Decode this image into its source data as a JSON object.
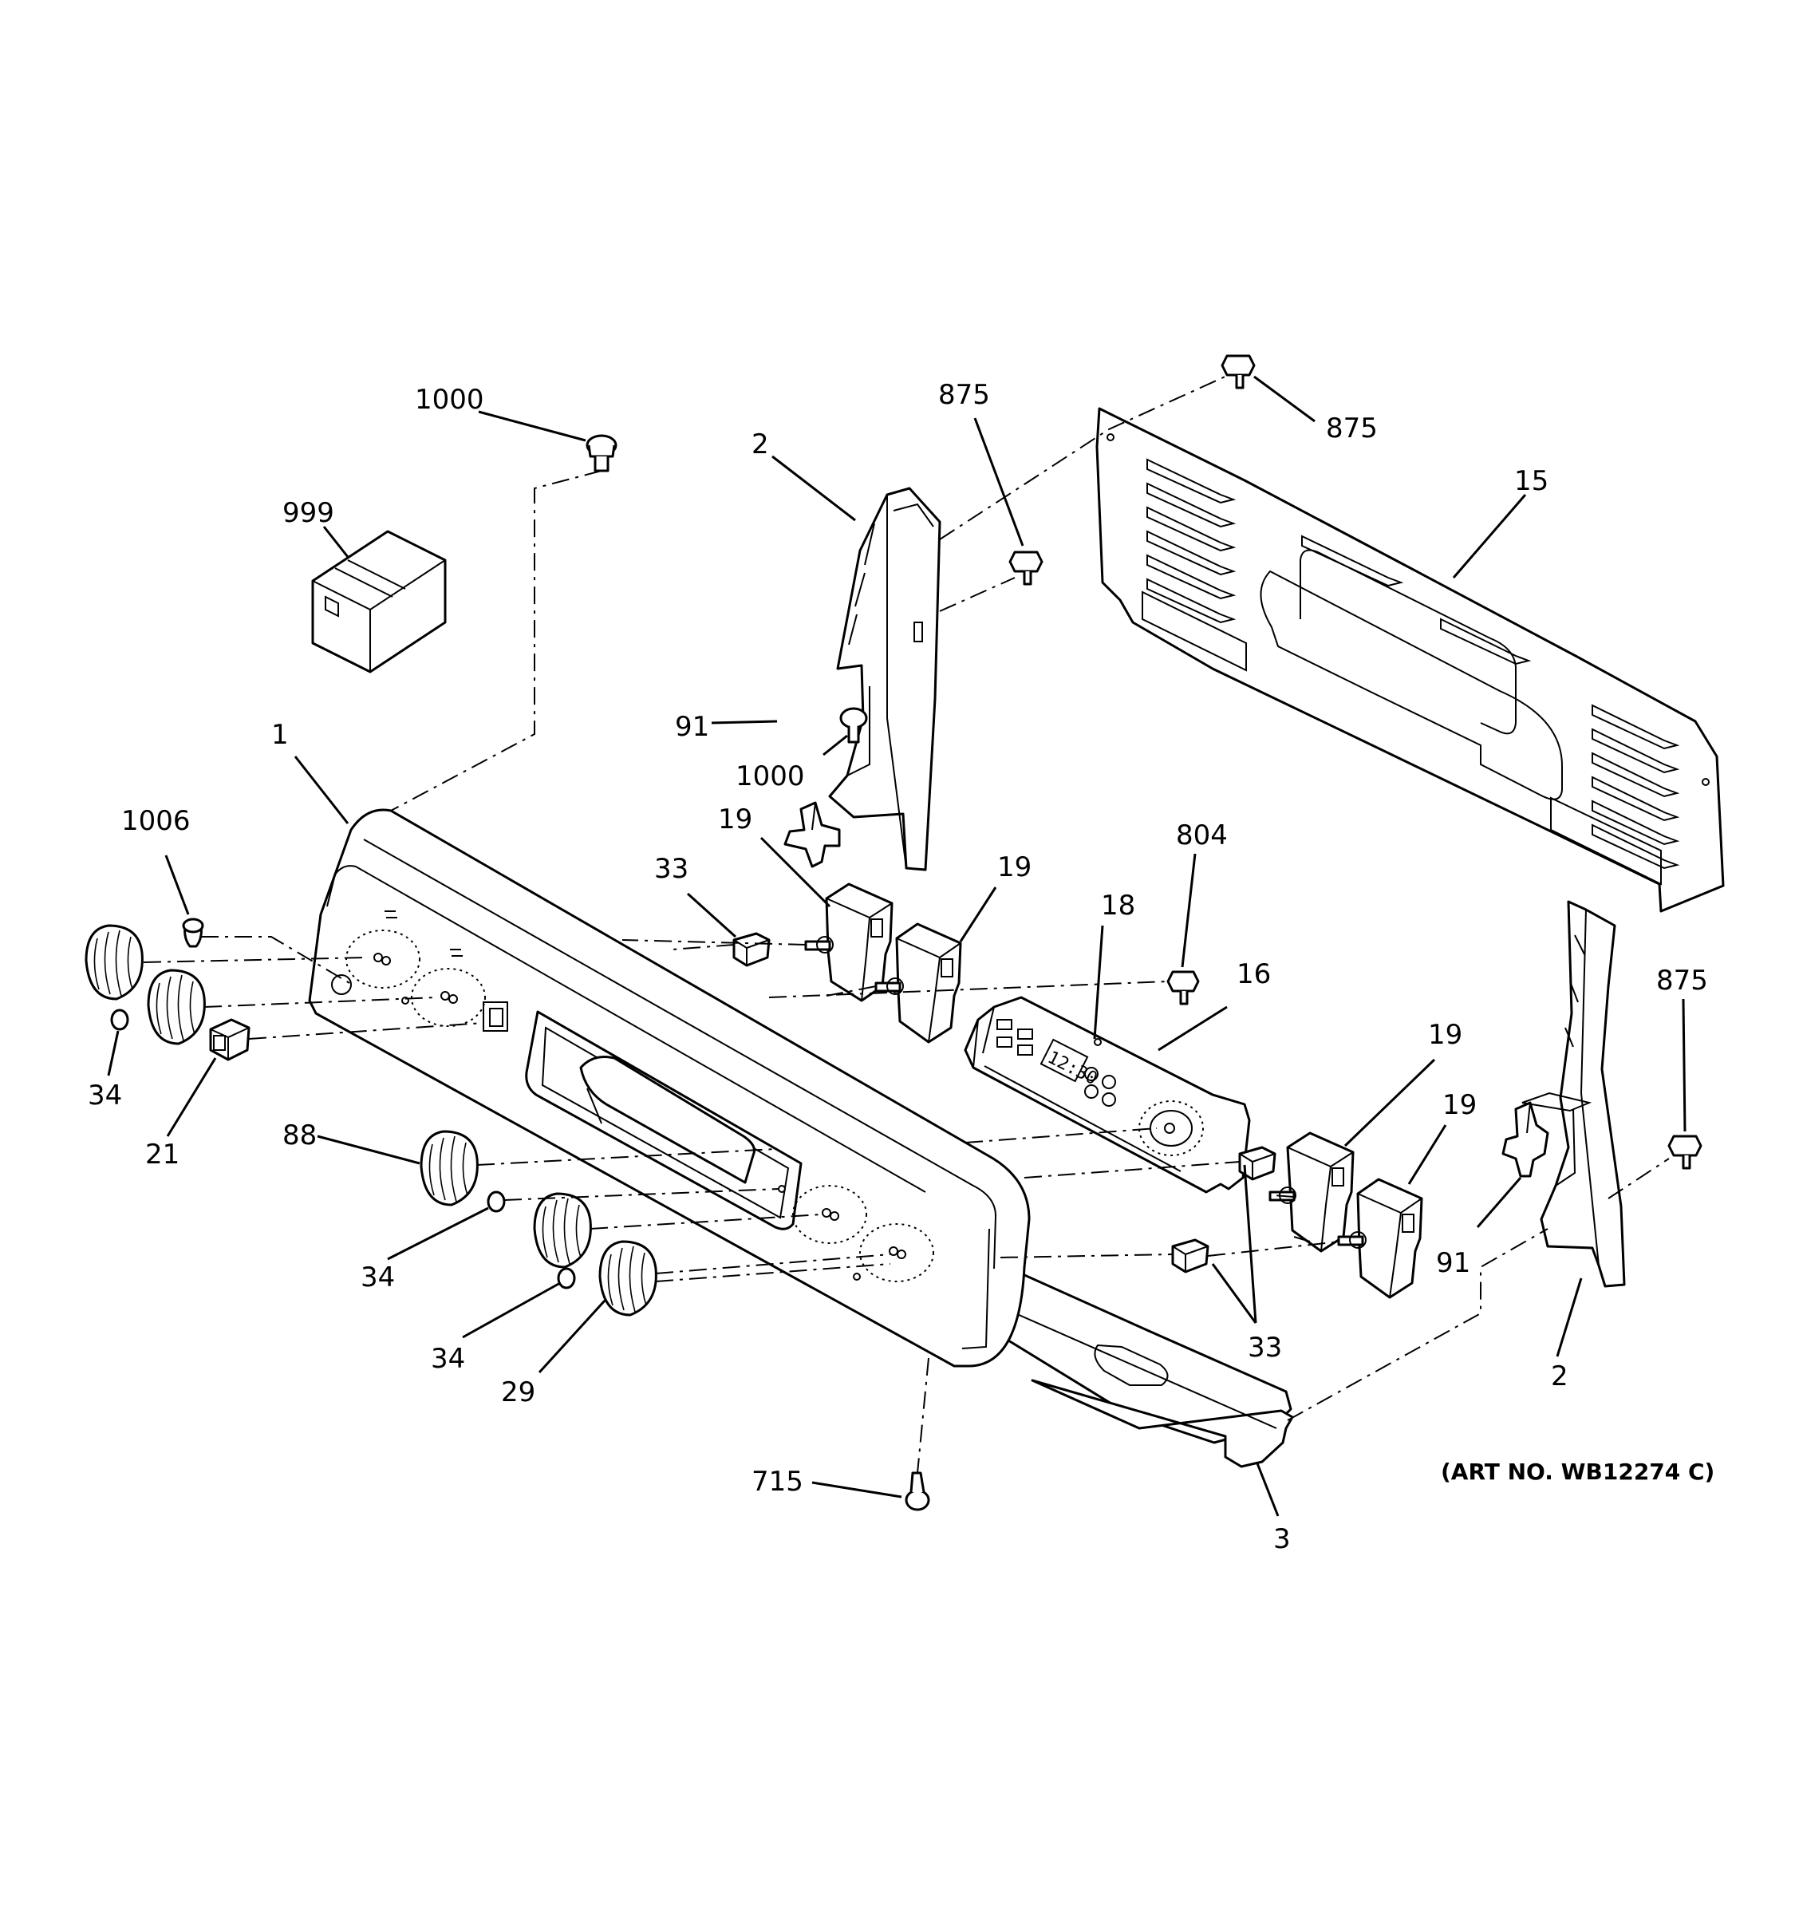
{
  "callouts": {
    "c1000a": "1000",
    "c999": "999",
    "c2a": "2",
    "c875a": "875",
    "c875b": "875",
    "c15": "15",
    "c91a": "91",
    "c1000b": "1000",
    "c1": "1",
    "c1006": "1006",
    "c19a": "19",
    "c33a": "33",
    "c19b": "19",
    "c804": "804",
    "c18": "18",
    "c16": "16",
    "c875c": "875",
    "c34a": "34",
    "c21": "21",
    "c19c": "19",
    "c19d": "19",
    "c88": "88",
    "c91b": "91",
    "c34b": "34",
    "c33b": "33",
    "c34c": "34",
    "c29": "29",
    "c2b": "2",
    "c715": "715",
    "c3": "3"
  },
  "display_time": "12:30",
  "art_number": "(ART NO. WB12274 C)"
}
